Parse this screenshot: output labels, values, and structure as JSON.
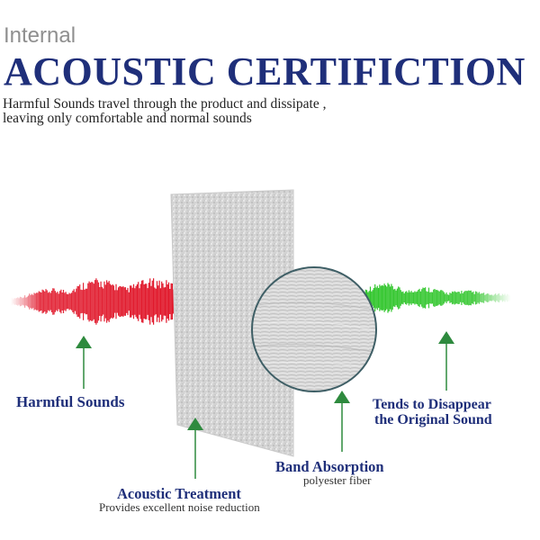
{
  "header": {
    "top_label": "Internal",
    "title": "ACOUSTIC CERTIFICTION",
    "subtitle_line1": "Harmful Sounds travel through the product and dissipate ,",
    "subtitle_line2": "leaving only comfortable and normal sounds"
  },
  "labels": {
    "harmful": "Harmful Sounds",
    "treatment_title": "Acoustic Treatment",
    "treatment_note": "Provides excellent noise reduction",
    "band_title": "Band Absorption",
    "band_note": "polyester fiber",
    "disappear_line1": "Tends to Disappear",
    "disappear_line2": "the Original Sound"
  },
  "colors": {
    "title_navy": "#1f2f7a",
    "harmful_wave": "#e01528",
    "clean_wave": "#2fc52a",
    "arrow_green": "#2e8a3e",
    "panel_gray": "#cfcfcf"
  }
}
